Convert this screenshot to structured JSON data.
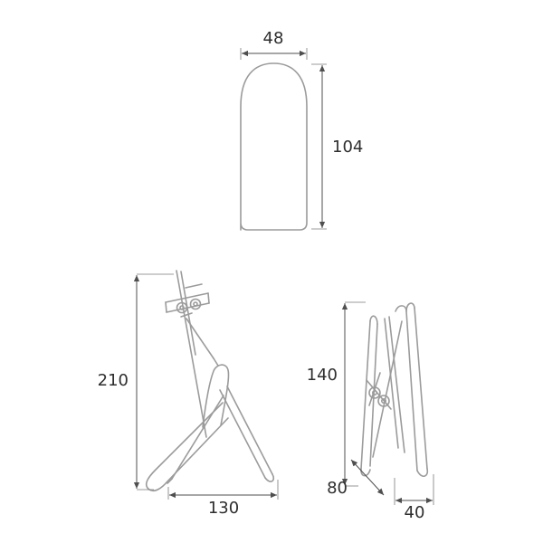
{
  "diagram": {
    "kind": "technical-dimension-drawing",
    "views": {
      "top": {
        "width": "48",
        "height": "104"
      },
      "front": {
        "height": "210",
        "width": "130"
      },
      "side": {
        "height": "140",
        "depth": "80",
        "width": "40"
      }
    }
  }
}
